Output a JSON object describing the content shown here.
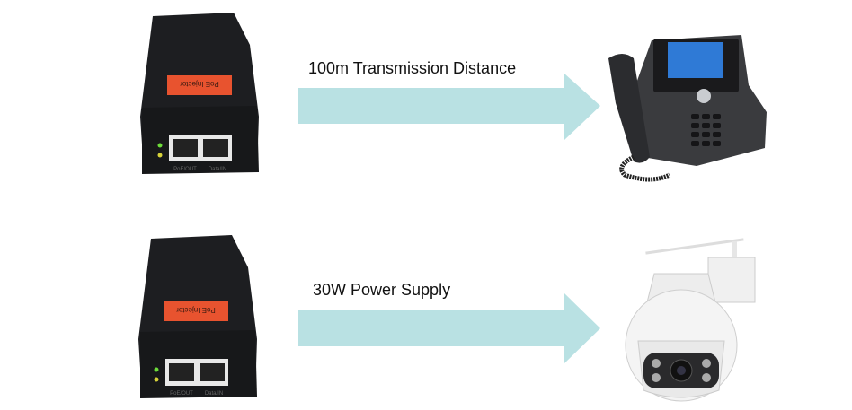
{
  "rows": [
    {
      "label": "100m Transmission Distance",
      "injector": {
        "tag": "PoE Injector",
        "port_out": "PoE/OUT",
        "port_in": "Data/IN"
      },
      "device": "ip-phone"
    },
    {
      "label": "30W Power Supply",
      "injector": {
        "tag": "PoE Injector",
        "port_out": "PoE/OUT",
        "port_in": "Data/IN"
      },
      "device": "ptz-camera"
    }
  ],
  "colors": {
    "arrow": "#b9e1e3",
    "injector_body": "#1e1f22",
    "tag": "#e8532f"
  }
}
